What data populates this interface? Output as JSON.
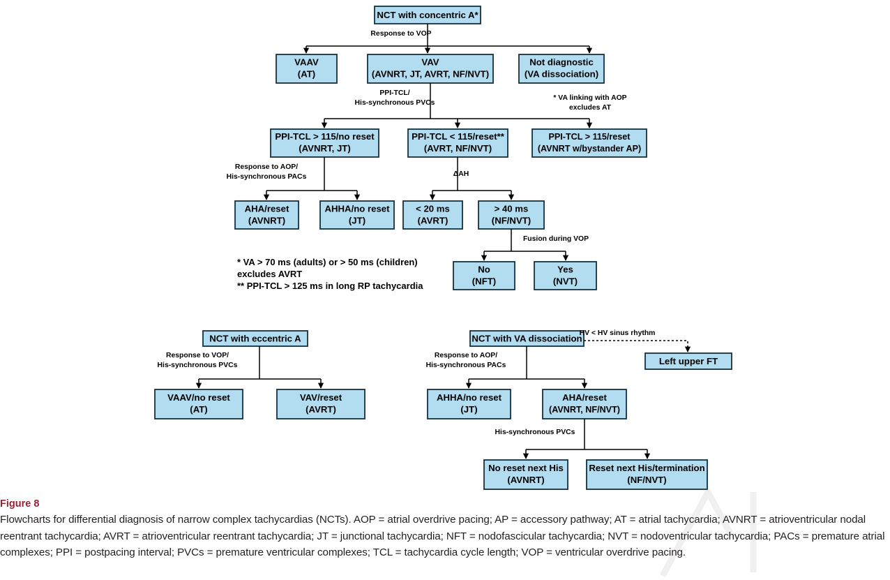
{
  "figure": {
    "label": "Figure 8",
    "caption": "Flowcharts for differential diagnosis of narrow complex tachycardias (NCTs). AOP = atrial overdrive pacing; AP = accessory pathway; AT = atrial tachycardia; AVNRT = atrioventricular nodal reentrant tachycardia; AVRT = atrioventricular reentrant tachycardia; JT = junctional tachycardia; NFT = nodofascicular tachycardia; NVT = nodoventricular tachycardia; PACs = premature atrial complexes; PPI = postpacing interval; PVCs = premature ventricular complexes; TCL = tachycardia cycle length; VOP = ventricular overdrive pacing."
  },
  "colors": {
    "box_fill": "#b2dcf0",
    "box_stroke": "#14303f",
    "connector": "#000000",
    "caption_title": "#9c1f35",
    "caption_body": "#231f20"
  },
  "chart_a": {
    "root": {
      "line1": "NCT with concentric A*",
      "line2": ""
    },
    "edge_root": "Response to VOP",
    "level1": [
      {
        "line1": "VAAV",
        "line2": "(AT)"
      },
      {
        "line1": "VAV",
        "line2": "(AVNRT, JT, AVRT, NF/NVT)"
      },
      {
        "line1": "Not diagnostic",
        "line2": "(VA dissociation)"
      }
    ],
    "edge_vav_l1": "PPI-TCL/",
    "edge_vav_l2": "His-synchronous PVCs",
    "note_right_l1": "* VA linking with AOP",
    "note_right_l2": "excludes AT",
    "level2": [
      {
        "line1": "PPI-TCL > 115/no reset",
        "line2": "(AVNRT, JT)"
      },
      {
        "line1": "PPI-TCL < 115/reset**",
        "line2": "(AVRT, NF/NVT)"
      },
      {
        "line1": "PPI-TCL > 115/reset",
        "line2": "(AVNRT w/bystander AP)"
      }
    ],
    "edge_left_l1": "Response to AOP/",
    "edge_left_l2": "His-synchronous PACs",
    "edge_mid": "ΔAH",
    "level3": [
      {
        "line1": "AHA/reset",
        "line2": "(AVNRT)"
      },
      {
        "line1": "AHHA/no reset",
        "line2": "(JT)"
      },
      {
        "line1": "< 20 ms",
        "line2": "(AVRT)"
      },
      {
        "line1": "> 40 ms",
        "line2": "(NF/NVT)"
      }
    ],
    "edge_fusion": "Fusion during VOP",
    "level4": [
      {
        "line1": "No",
        "line2": "(NFT)"
      },
      {
        "line1": "Yes",
        "line2": "(NVT)"
      }
    ],
    "footnotes": [
      "* VA > 70 ms (adults) or > 50 ms (children)",
      "excludes AVRT",
      "** PPI-TCL > 125 ms in long RP tachycardia"
    ]
  },
  "chart_b": {
    "root": {
      "line1": "NCT with eccentric A",
      "line2": ""
    },
    "edge_l1": "Response to VOP/",
    "edge_l2": "His-synchronous PVCs",
    "level1": [
      {
        "line1": "VAAV/no reset",
        "line2": "(AT)"
      },
      {
        "line1": "VAV/reset",
        "line2": "(AVRT)"
      }
    ]
  },
  "chart_c": {
    "root": {
      "line1": "NCT with VA dissociation",
      "line2": ""
    },
    "edge_hv": "HV < HV sinus rhythm",
    "side_box": {
      "line1": "Left upper FT",
      "line2": ""
    },
    "edge_l1": "Response to AOP/",
    "edge_l2": "His-synchronous PACs",
    "level1": [
      {
        "line1": "AHHA/no reset",
        "line2": "(JT)"
      },
      {
        "line1": "AHA/reset",
        "line2": "(AVNRT, NF/NVT)"
      }
    ],
    "edge_pvc": "His-synchronous PVCs",
    "level2": [
      {
        "line1": "No reset next His",
        "line2": "(AVNRT)"
      },
      {
        "line1": "Reset next His/termination",
        "line2": "(NF/NVT)"
      }
    ]
  }
}
